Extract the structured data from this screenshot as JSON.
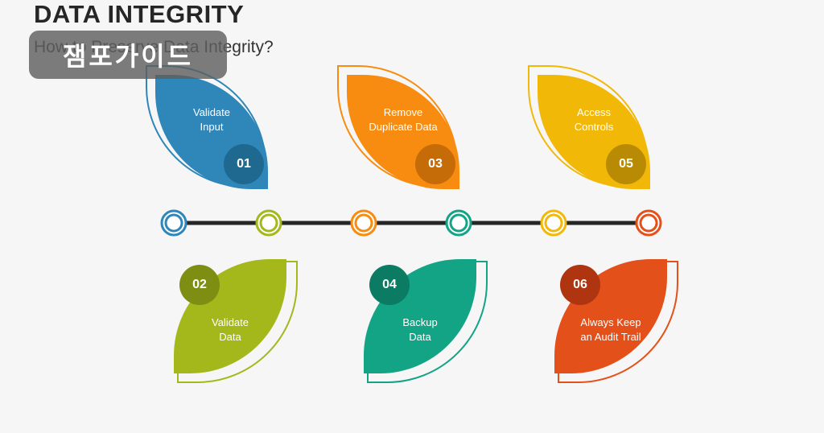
{
  "slide": {
    "title": "DATA INTEGRITY",
    "subtitle": "How to Preserve Data Integrity?",
    "watermark": "잼포가이드"
  },
  "steps": [
    {
      "number": "01",
      "line1": "Validate",
      "line2": "Input",
      "color": "#2e86b9",
      "badge": "#1f6990",
      "position": "top"
    },
    {
      "number": "02",
      "line1": "Validate",
      "line2": "Data",
      "color": "#a4b81c",
      "badge": "#7d8e12",
      "position": "bottom"
    },
    {
      "number": "03",
      "line1": "Remove",
      "line2": "Duplicate Data",
      "color": "#f78c10",
      "badge": "#c56c08",
      "position": "top"
    },
    {
      "number": "04",
      "line1": "Backup",
      "line2": "Data",
      "color": "#13a385",
      "badge": "#0c7b63",
      "position": "bottom"
    },
    {
      "number": "05",
      "line1": "Access",
      "line2": "Controls",
      "color": "#f2b808",
      "badge": "#b98b05",
      "position": "top"
    },
    {
      "number": "06",
      "line1": "Always Keep",
      "line2": "an Audit Trail",
      "color": "#e4501a",
      "badge": "#ae3510",
      "position": "bottom"
    }
  ]
}
